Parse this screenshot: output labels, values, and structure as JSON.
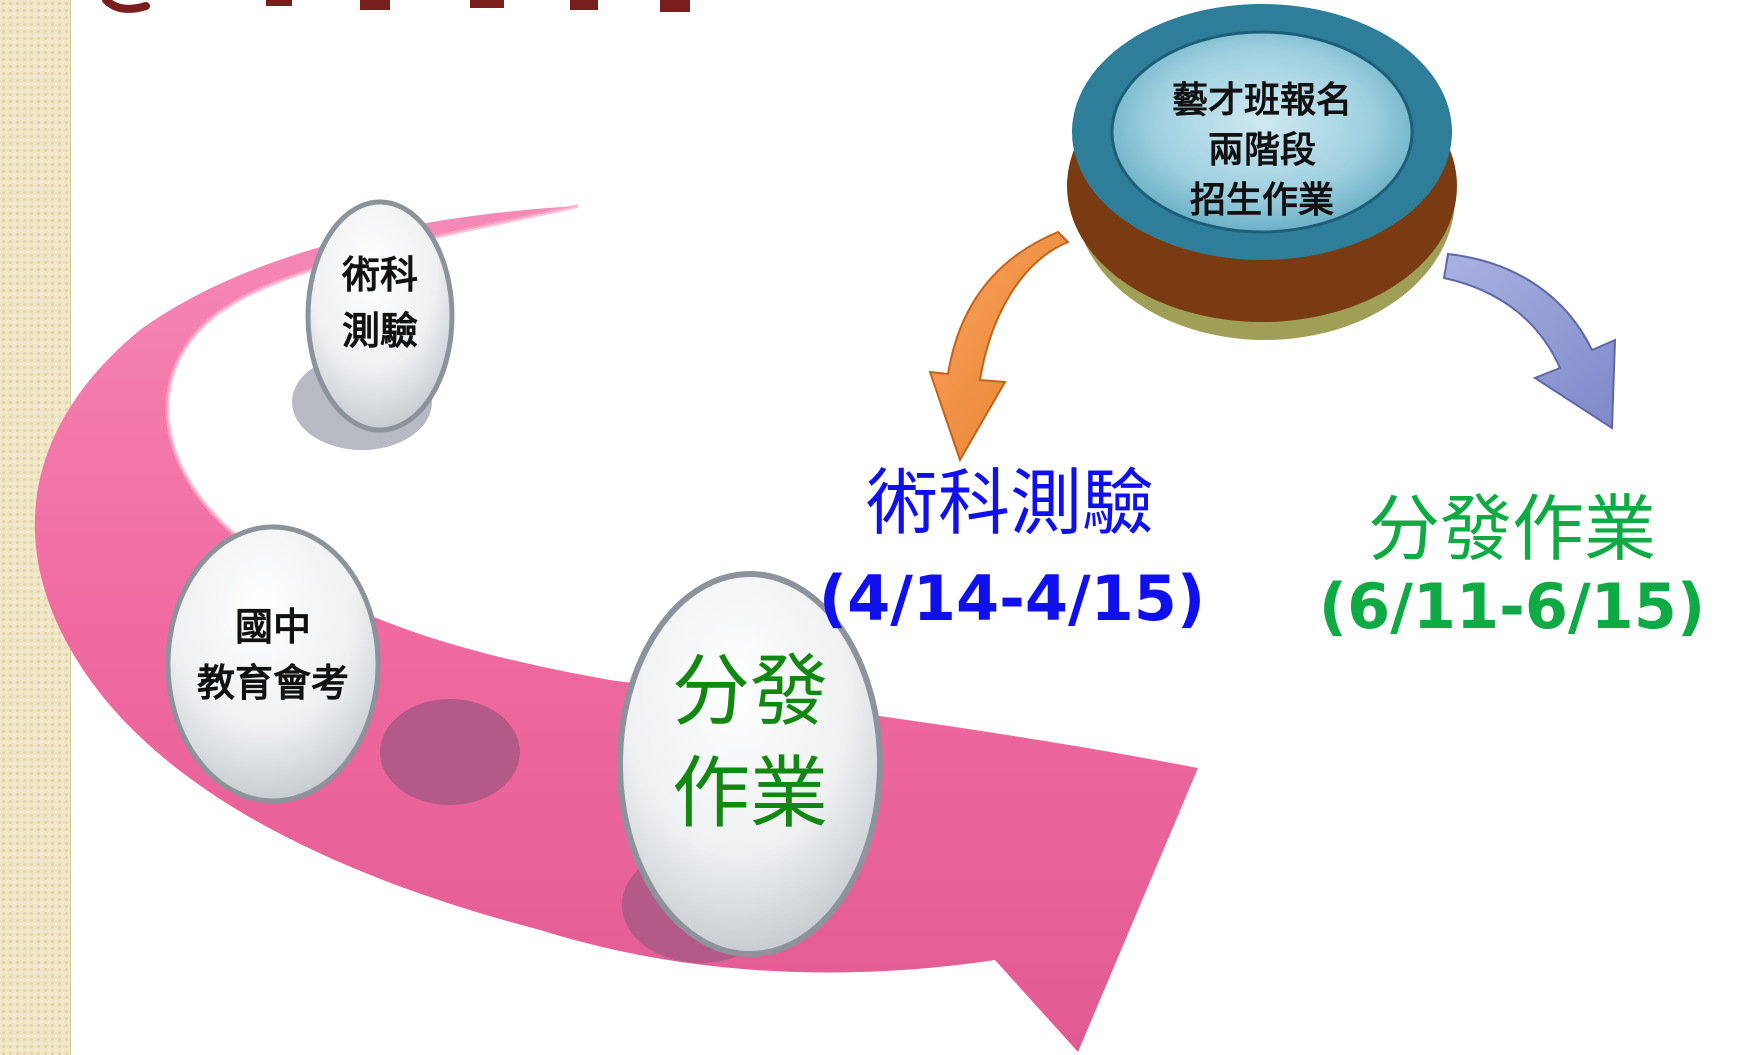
{
  "hub": {
    "lines": [
      "藝才班報名",
      "兩階段",
      "招生作業"
    ]
  },
  "bubbles": {
    "exam": [
      "術科",
      "測驗"
    ],
    "cap": [
      "國中",
      "教育會考"
    ],
    "dist": [
      "分發",
      "作業"
    ]
  },
  "stages": {
    "exam": {
      "title": "術科測驗",
      "date": "(4/14-4/15)"
    },
    "dist": {
      "title": "分發作業",
      "date": "(6/11-6/15)"
    }
  },
  "colors": {
    "ribbon": "#f06aa0",
    "ribbon_dark": "#c94a7e",
    "hub_teal": "#2f7e99",
    "hub_brown": "#7a3a12",
    "arrow_orange": "#f0893c",
    "arrow_periwinkle": "#8f9ad6",
    "exam_blue": "#1010ee",
    "dist_green": "#0faa44",
    "bubble_green": "#118811"
  }
}
